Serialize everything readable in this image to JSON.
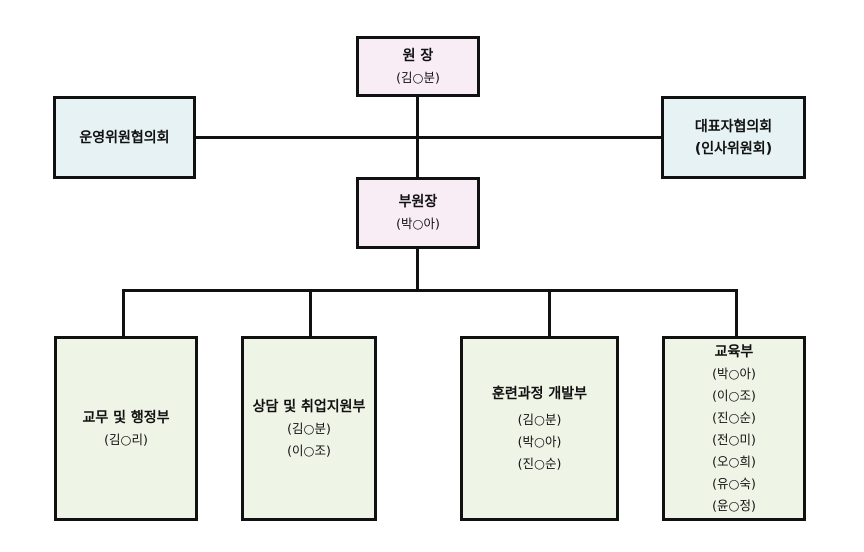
{
  "chart": {
    "director": {
      "title": "원 장",
      "members": [
        "(김○분)"
      ]
    },
    "left_committee": {
      "title": "운영위원협의회",
      "members": []
    },
    "right_committee": {
      "title": "대표자협의회",
      "members": [
        "(인사위원회)"
      ]
    },
    "vice_director": {
      "title": "부원장",
      "members": [
        "(박○아)"
      ]
    },
    "departments": [
      {
        "title": "교무 및 행정부",
        "members": [
          "(김○리)"
        ]
      },
      {
        "title": "상담 및 취업지원부",
        "members": [
          "(김○분)",
          "(이○조)"
        ]
      },
      {
        "title": "훈련과정 개발부",
        "members": [
          "(김○분)",
          "(박○아)",
          "(진○순)"
        ]
      },
      {
        "title": "교육부",
        "members": [
          "(박○아)",
          "(이○조)",
          "(진○순)",
          "(전○미)",
          "(오○희)",
          "(유○숙)",
          "(윤○정)"
        ]
      }
    ]
  },
  "colors": {
    "leader_fill": "#f8edf5",
    "committee_fill": "#e6f2f4",
    "department_fill": "#eef4e6",
    "line": "#111111"
  }
}
